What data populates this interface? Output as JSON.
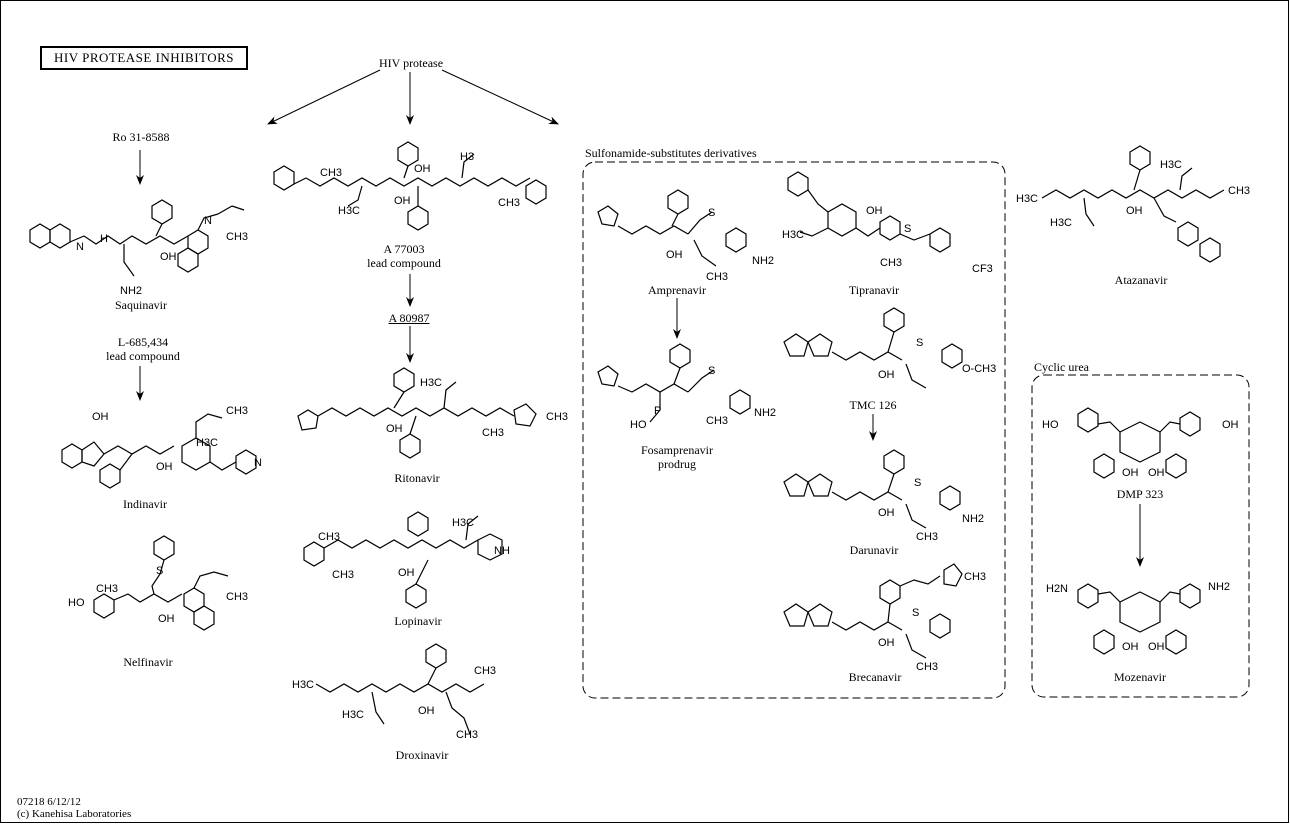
{
  "title": "HIV  PROTEASE  INHIBITORS",
  "root": "HIV protease",
  "groups": {
    "sulfonamide": "Sulfonamide-substitutes derivatives",
    "cyclic_urea": "Cyclic urea"
  },
  "compounds": {
    "ro": "Ro 31-8588",
    "saquinavir": "Saquinavir",
    "l685_line1": "L-685,434",
    "l685_line2": "lead compound",
    "indinavir": "Indinavir",
    "nelfinavir": "Nelfinavir",
    "a77003_line1": "A 77003",
    "a77003_line2": "lead compound",
    "a80987": "A 80987",
    "ritonavir": "Ritonavir",
    "lopinavir": "Lopinavir",
    "droxinavir": "Droxinavir",
    "amprenavir": "Amprenavir",
    "fosamprenavir_line1": "Fosamprenavir",
    "fosamprenavir_line2": "prodrug",
    "tipranavir": "Tipranavir",
    "tmc126": "TMC 126",
    "darunavir": "Darunavir",
    "brecanavir": "Brecanavir",
    "atazanavir": "Atazanavir",
    "dmp323": "DMP 323",
    "mozenavir": "Mozenavir"
  },
  "footer": {
    "id_line": "07218 6/12/12",
    "copyright": "(c) Kanehisa Laboratories"
  }
}
